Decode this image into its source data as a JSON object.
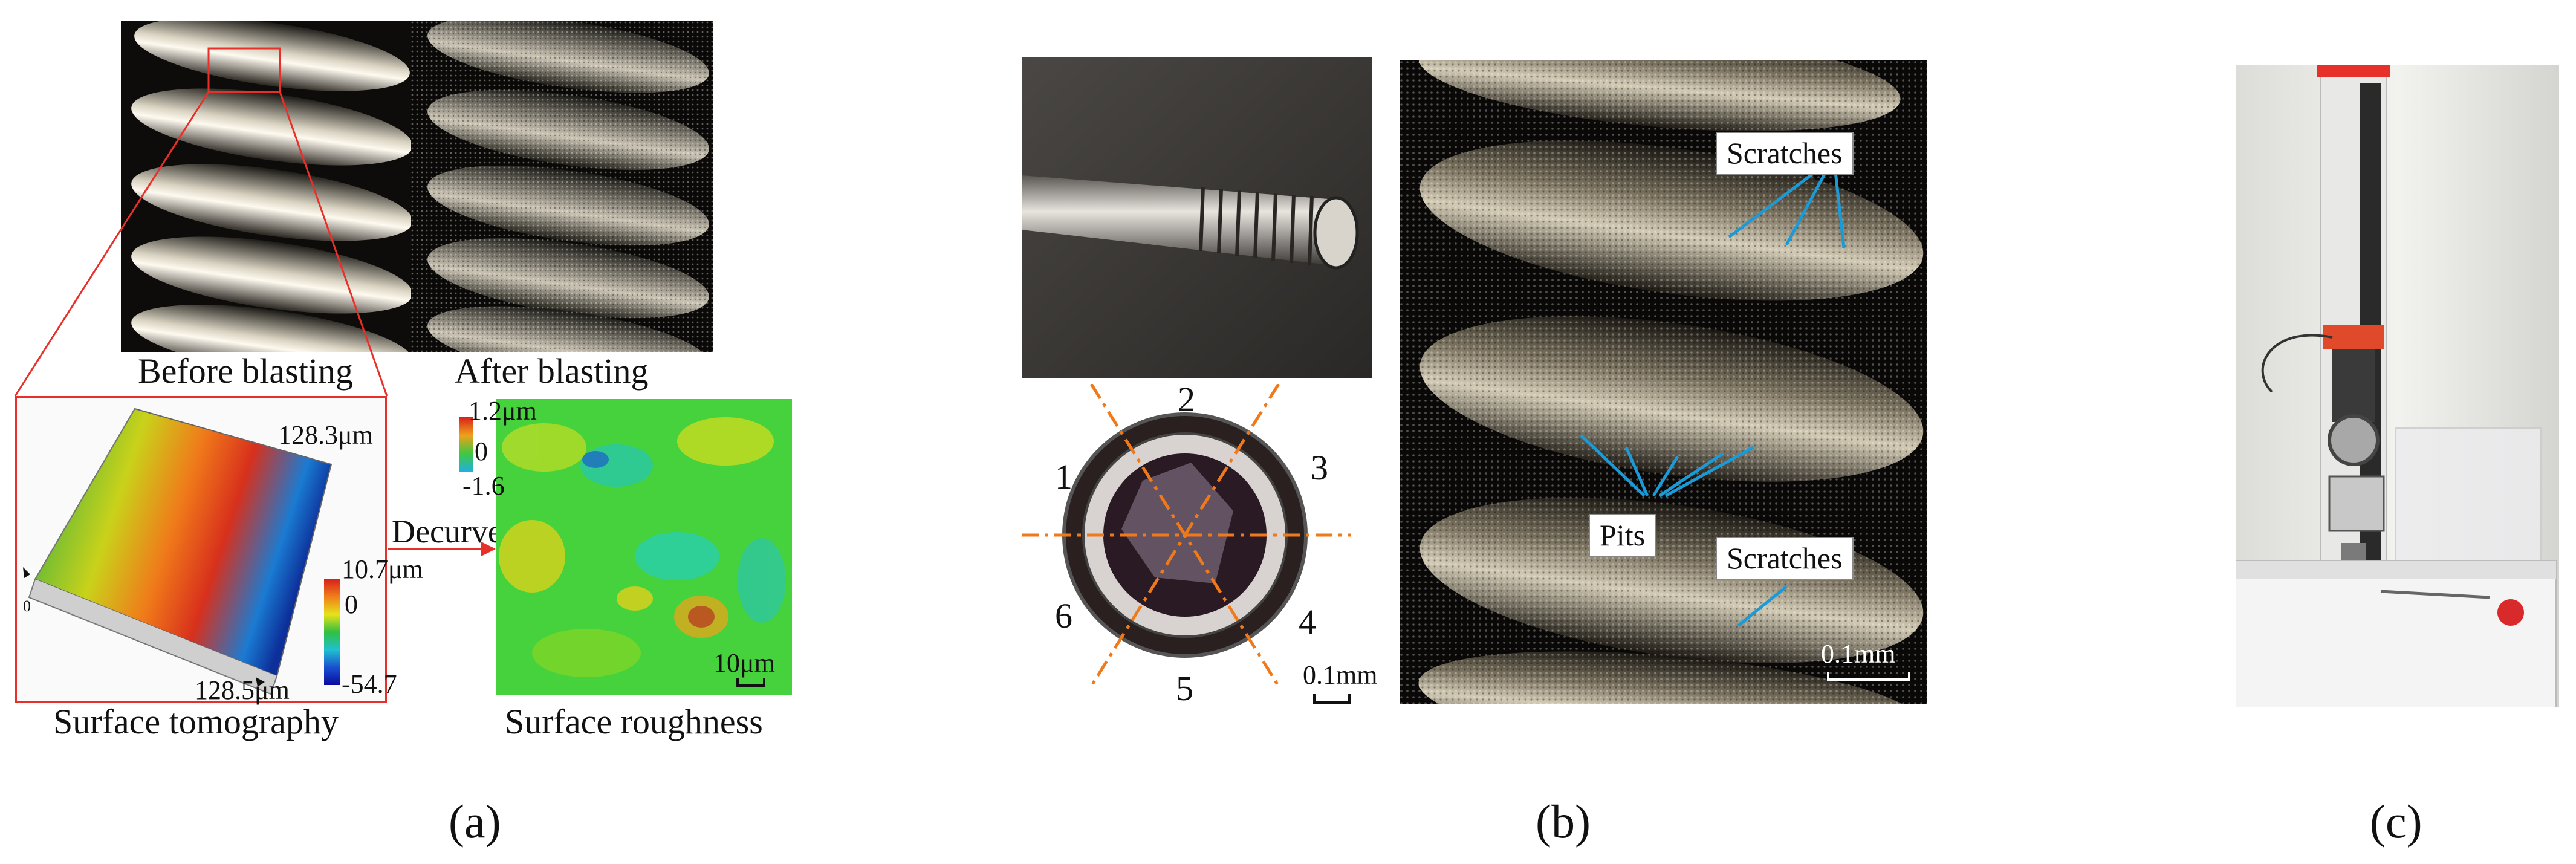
{
  "panel_a": {
    "letter": "(a)",
    "before_label": "Before blasting",
    "after_label": "After blasting",
    "tomography": {
      "label": "Surface tomography",
      "size_top": "128.3μm",
      "size_bottom": "128.5μm",
      "scale_max": "10.7μm",
      "scale_mid": "0",
      "scale_min": "-54.7",
      "axis_origin": "0"
    },
    "decurve_label": "Decurve",
    "roughness": {
      "label": "Surface roughness",
      "scale_max": "1.2μm",
      "scale_mid": "0",
      "scale_min": "-1.6",
      "scalebar": "10μm"
    }
  },
  "panel_b": {
    "letter": "(b)",
    "numbers": [
      "1",
      "2",
      "3",
      "4",
      "5",
      "6"
    ],
    "cross_section_scalebar": "0.1mm",
    "scratches_top": "Scratches",
    "pits": "Pits",
    "scratches_bottom": "Scratches",
    "micrograph_scalebar": "0.1mm"
  },
  "panel_c": {
    "letter": "(c)"
  },
  "colors": {
    "frame_red": "#e8302a",
    "callout_arrow": "#1a9bd8",
    "axis_orange": "#f07a1a"
  }
}
